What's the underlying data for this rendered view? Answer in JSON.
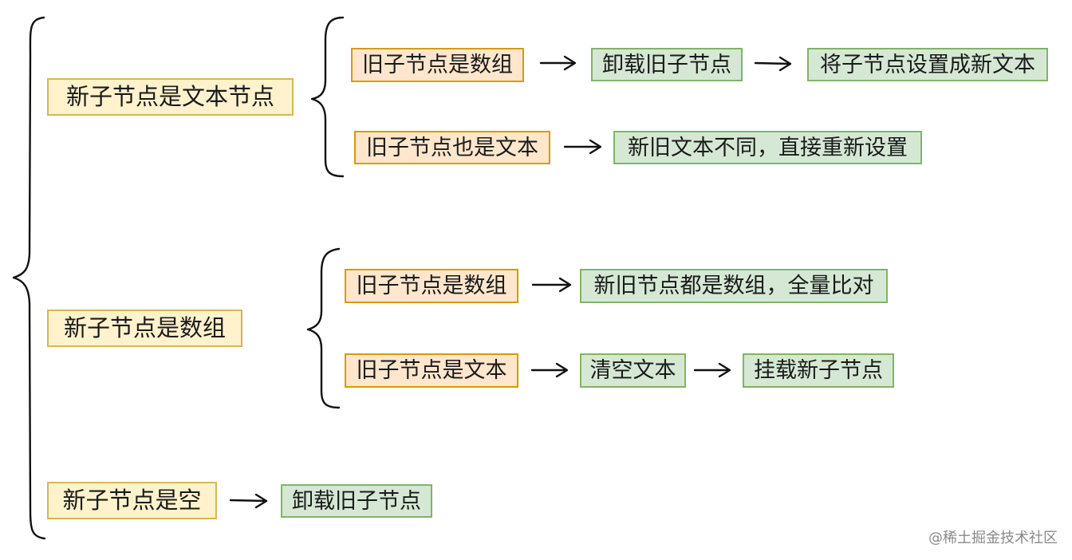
{
  "nodes": {
    "new_text": "新子节点是文本节点",
    "new_array": "新子节点是数组",
    "new_empty": "新子节点是空",
    "a_old_array": "旧子节点是数组",
    "a_unmount": "卸载旧子节点",
    "a_set_text": "将子节点设置成新文本",
    "a_old_text": "旧子节点也是文本",
    "a_reset": "新旧文本不同，直接重新设置",
    "b_old_array": "旧子节点是数组",
    "b_diff": "新旧节点都是数组，全量比对",
    "b_old_text": "旧子节点是文本",
    "b_clear": "清空文本",
    "b_mount": "挂载新子节点",
    "c_unmount": "卸载旧子节点"
  },
  "watermark": "@稀土掘金技术社区",
  "colors": {
    "level1_fill": "#fff2cc",
    "level1_border": "#d6b656",
    "old_fill": "#ffe6cc",
    "old_border": "#d79b00",
    "action_fill": "#d5e8d4",
    "action_border": "#82b366",
    "stroke": "#111111"
  }
}
